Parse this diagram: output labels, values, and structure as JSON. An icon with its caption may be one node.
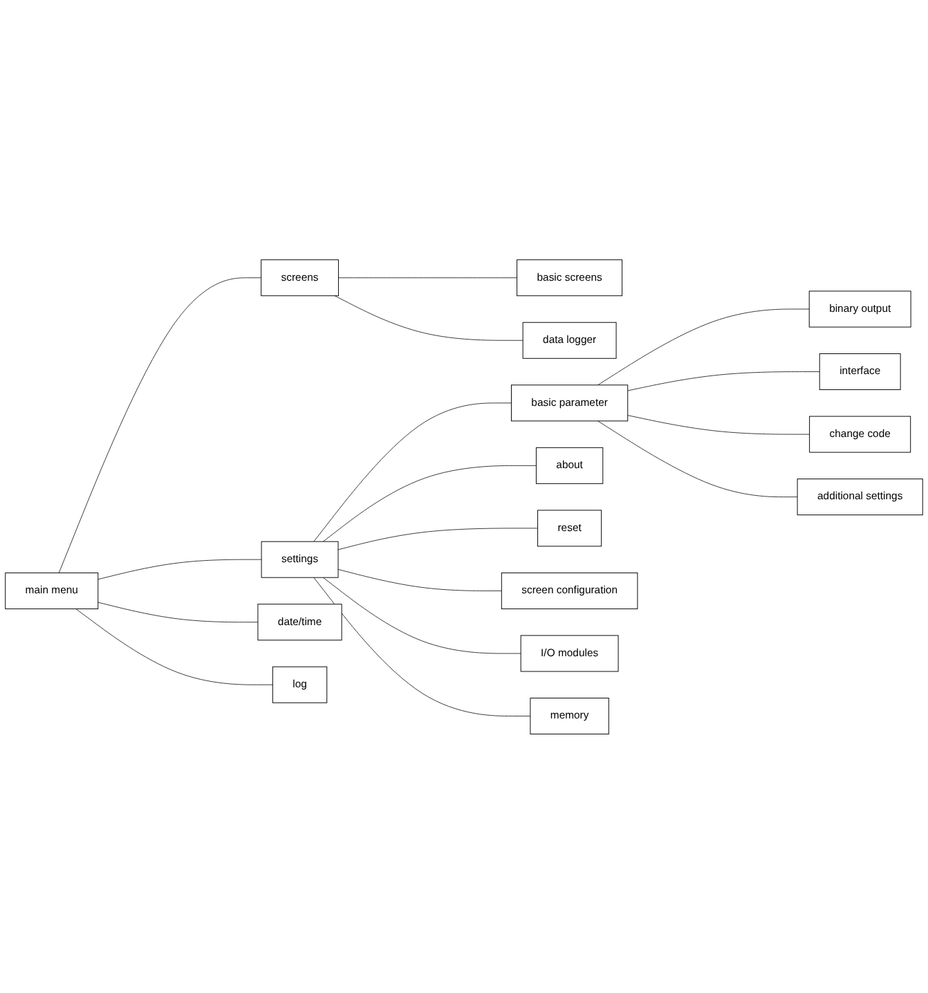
{
  "diagram": {
    "nodes": [
      {
        "text": [
          "main menu"
        ]
      },
      {
        "text": [
          "screens"
        ]
      },
      {
        "text": [
          "basic screens"
        ]
      },
      {
        "text": [
          "data logger"
        ]
      },
      {
        "text": [
          "settings"
        ]
      },
      {
        "text": [
          "basic parameter"
        ]
      },
      {
        "text": [
          "binary output"
        ]
      },
      {
        "text": [
          "interface"
        ]
      },
      {
        "text": [
          "change code"
        ]
      },
      {
        "text": [
          "additional settings"
        ]
      },
      {
        "text": [
          "about"
        ]
      },
      {
        "text": [
          "reset"
        ]
      },
      {
        "text": [
          "screen configuration"
        ]
      },
      {
        "text": [
          "I/O modules"
        ]
      },
      {
        "text": [
          "memory"
        ]
      },
      {
        "text": [
          "date/time"
        ]
      },
      {
        "text": [
          "log"
        ]
      }
    ],
    "edges": [
      {
        "from": 0,
        "to": 1,
        "arrow": "none"
      },
      {
        "from": 1,
        "to": 2,
        "arrow": "none"
      },
      {
        "from": 1,
        "to": 3,
        "arrow": "none"
      },
      {
        "from": 0,
        "to": 4,
        "arrow": "none"
      },
      {
        "from": 4,
        "to": 5,
        "arrow": "none"
      },
      {
        "from": 5,
        "to": 6,
        "arrow": "none"
      },
      {
        "from": 5,
        "to": 7,
        "arrow": "none"
      },
      {
        "from": 5,
        "to": 8,
        "arrow": "none"
      },
      {
        "from": 5,
        "to": 9,
        "arrow": "none"
      },
      {
        "from": 4,
        "to": 10,
        "arrow": "none"
      },
      {
        "from": 4,
        "to": 11,
        "arrow": "none"
      },
      {
        "from": 4,
        "to": 12,
        "arrow": "none"
      },
      {
        "from": 4,
        "to": 13,
        "arrow": "none"
      },
      {
        "from": 4,
        "to": 14,
        "arrow": "none"
      },
      {
        "from": 0,
        "to": 15,
        "arrow": "none"
      },
      {
        "from": 0,
        "to": 16,
        "arrow": "none"
      }
    ]
  }
}
